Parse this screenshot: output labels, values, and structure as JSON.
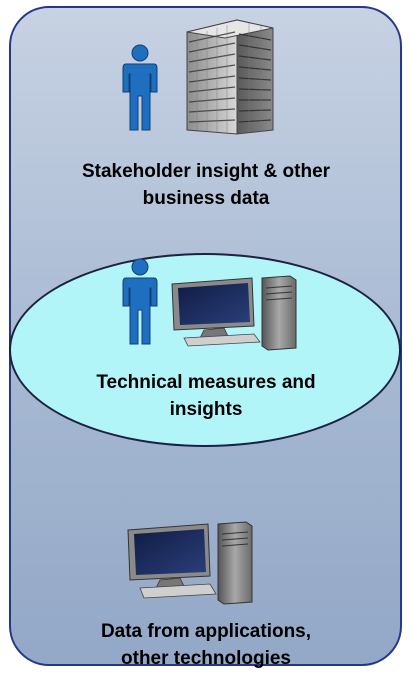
{
  "top_section": {
    "caption": "Stakeholder insight & other\nbusiness data",
    "icons": [
      "person-icon",
      "office-building-icon"
    ]
  },
  "middle_section": {
    "caption": "Technical measures and\ninsights",
    "icons": [
      "person-icon",
      "desktop-computer-icon"
    ]
  },
  "bottom_section": {
    "caption": "Data from applications,\nother technologies",
    "icons": [
      "desktop-computer-icon"
    ]
  },
  "colors": {
    "panel_border": "#24378a",
    "panel_fill": "#a6b8d2",
    "ellipse_fill": "#b2f5f9",
    "person": "#1f6fc0"
  }
}
